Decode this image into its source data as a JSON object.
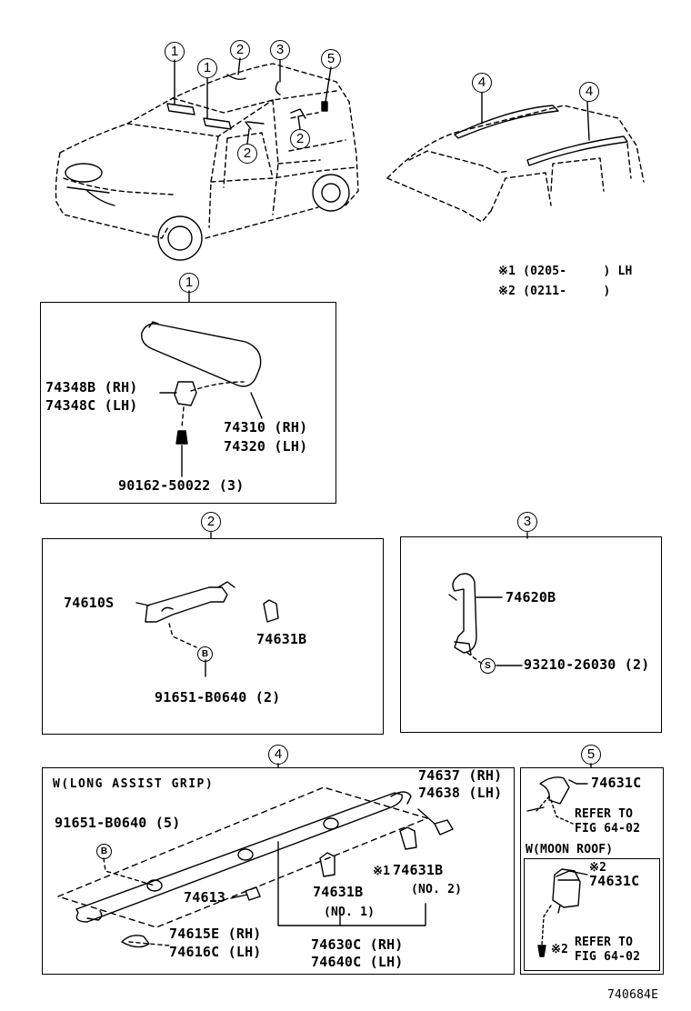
{
  "top_callouts": [
    "1",
    "1",
    "2",
    "3",
    "5",
    "2",
    "2",
    "4",
    "4"
  ],
  "notes": {
    "n1": "※1 (0205-     ) LH",
    "n2": "※2 (0211-     )"
  },
  "section1": {
    "tag": "1",
    "bracket": [
      "74348B (RH)",
      "74348C (LH)"
    ],
    "visor": [
      "74310 (RH)",
      "74320 (LH)"
    ],
    "screw": "90162-50022 (3)"
  },
  "section2": {
    "tag": "2",
    "grip": "74610S",
    "holder": "74631B",
    "clip_mark": "B",
    "clip": "91651-B0640 (2)"
  },
  "section3": {
    "tag": "3",
    "grip": "74620B",
    "screw_mark": "S",
    "screw": "93210-26030 (2)"
  },
  "section4": {
    "tag": "4",
    "heading": "W(LONG ASSIST GRIP)",
    "end_cap": [
      "74637 (RH)",
      "74638 (LH)"
    ],
    "clip": "91651-B0640 (5)",
    "clip_mark": "B",
    "note_mark": "※1",
    "holder_no2": "74631B",
    "holder_no2_label": "(NO. 2)",
    "holder_no1": "74631B",
    "holder_no1_label": "(NO. 1)",
    "cover": "74613",
    "trim": [
      "74615E (RH)",
      "74616C (LH)"
    ],
    "assembly": [
      "74630C (RH)",
      "74640C (LH)"
    ]
  },
  "section5": {
    "tag": "5",
    "part_top": "74631C",
    "refer_top": [
      "REFER TO",
      "FIG 64-02"
    ],
    "heading": "W(MOON ROOF)",
    "note_mark": "※2",
    "part_bottom": "74631C",
    "refer_bottom_mark": "※2",
    "refer_bottom": [
      "REFER TO",
      "FIG 64-02"
    ]
  },
  "illustration_code": "740684E"
}
